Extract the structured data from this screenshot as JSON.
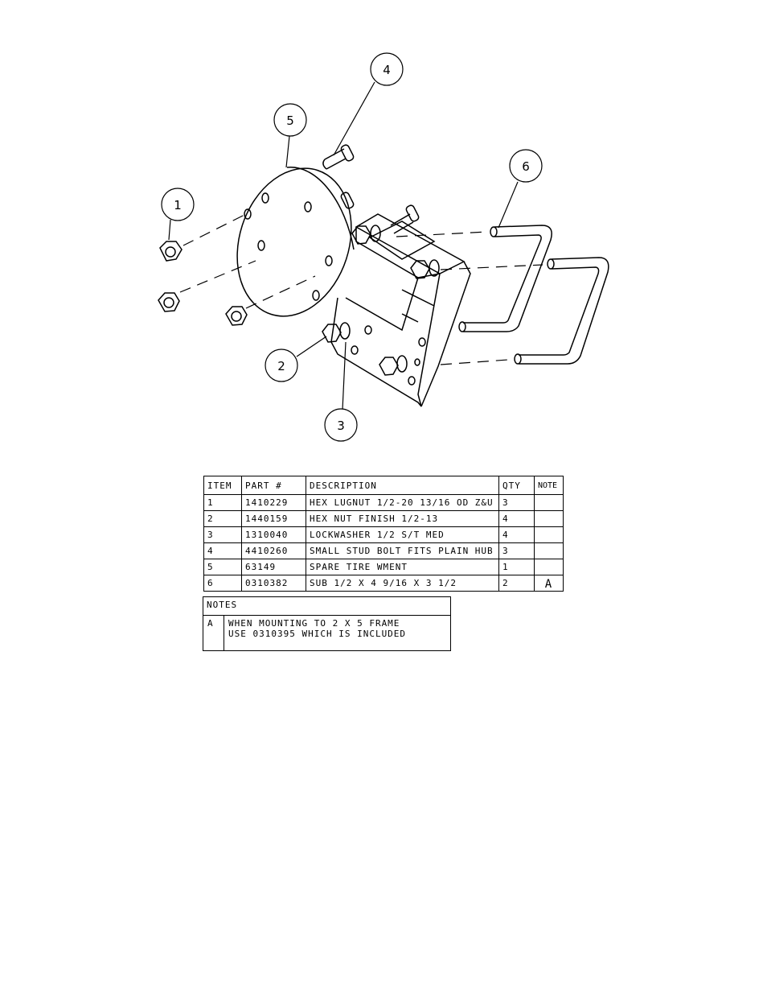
{
  "callouts": [
    "1",
    "2",
    "3",
    "4",
    "5",
    "6"
  ],
  "bom": {
    "headers": [
      "ITEM",
      "PART #",
      "DESCRIPTION",
      "QTY",
      "NOTE"
    ],
    "rows": [
      {
        "item": "1",
        "part": "1410229",
        "desc": "HEX LUGNUT 1/2-20 13/16 OD Z&U",
        "qty": "3",
        "note": ""
      },
      {
        "item": "2",
        "part": "1440159",
        "desc": "HEX NUT FINISH 1/2-13",
        "qty": "4",
        "note": ""
      },
      {
        "item": "3",
        "part": "1310040",
        "desc": "LOCKWASHER 1/2 S/T MED",
        "qty": "4",
        "note": ""
      },
      {
        "item": "4",
        "part": "4410260",
        "desc": "SMALL STUD BOLT FITS PLAIN HUB",
        "qty": "3",
        "note": ""
      },
      {
        "item": "5",
        "part": "63149",
        "desc": "SPARE TIRE WMENT",
        "qty": "1",
        "note": ""
      },
      {
        "item": "6",
        "part": "0310382",
        "desc": "SUB 1/2 X 4 9/16 X 3 1/2",
        "qty": "2",
        "note": "A"
      }
    ]
  },
  "notes": {
    "title": "NOTES",
    "letter": "A",
    "line1": "WHEN MOUNTING TO 2 X 5 FRAME",
    "line2": "USE 0310395 WHICH IS INCLUDED"
  }
}
